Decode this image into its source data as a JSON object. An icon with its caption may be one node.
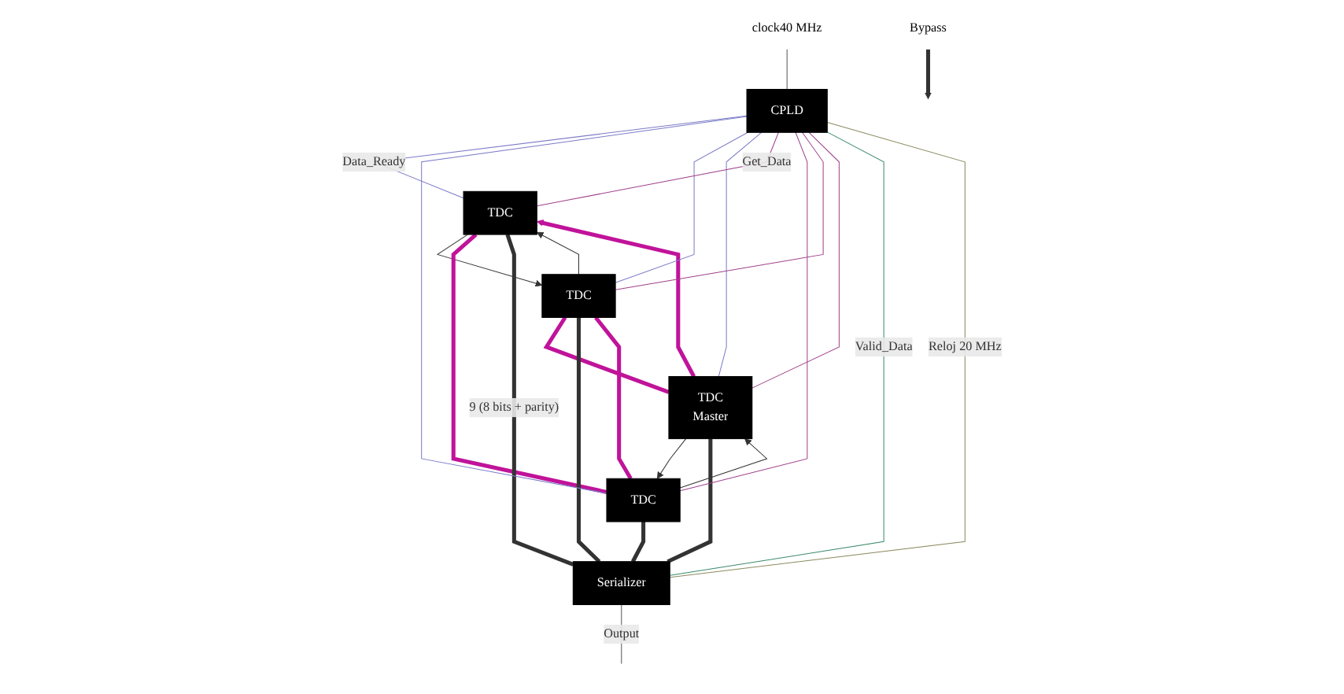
{
  "diagram": {
    "nodes": [
      {
        "text": [
          "TDC"
        ]
      },
      {
        "text": [
          "TDC"
        ]
      },
      {
        "text": [
          "TDC"
        ]
      },
      {
        "text": [
          "TDC",
          "Master"
        ]
      },
      {
        "text": [
          "CPLD"
        ]
      },
      {
        "text": [
          "Serializer"
        ]
      },
      {
        "text": [
          "Bypass"
        ]
      },
      {
        "text": [
          "clock40 MHz"
        ]
      }
    ],
    "edges": [
      {
        "from": 0,
        "to": 2,
        "arrow": "to"
      },
      {
        "from": 1,
        "to": 3,
        "arrow": "to"
      },
      {
        "from": 3,
        "to": 1,
        "arrow": "to"
      },
      {
        "from": 2,
        "to": 0,
        "arrow": "to"
      },
      {
        "from": 0,
        "to": 1,
        "arrow": "none",
        "style": "thick",
        "color": "#c0139a"
      },
      {
        "from": 1,
        "to": 2,
        "arrow": "none",
        "style": "thick",
        "color": "#c0139a"
      },
      {
        "from": 2,
        "to": 3,
        "arrow": "none",
        "style": "thick",
        "color": "#c0139a"
      },
      {
        "from": 3,
        "to": 0,
        "arrow": "to",
        "style": "thick",
        "color": "#c0139a"
      },
      {
        "from": 6,
        "to": null,
        "arrow": "to",
        "style": "thick"
      },
      {
        "from": 0,
        "to": 5,
        "arrow": "none",
        "style": "thick",
        "label": "9 (8 bits + parity)"
      },
      {
        "from": 1,
        "to": 5,
        "arrow": "none",
        "style": "thick"
      },
      {
        "from": 2,
        "to": 5,
        "arrow": "none",
        "style": "thick"
      },
      {
        "from": 3,
        "to": 5,
        "arrow": "none",
        "style": "thick"
      },
      {
        "from": 4,
        "to": 0,
        "arrow": "none",
        "color": "#7b7bc8",
        "label": "Data_Ready"
      },
      {
        "from": 4,
        "to": 1,
        "arrow": "none",
        "color": "#7b7bc8"
      },
      {
        "from": 4,
        "to": 2,
        "arrow": "none",
        "color": "#7b7bc8"
      },
      {
        "from": 4,
        "to": 3,
        "arrow": "none",
        "color": "#7b7bc8"
      },
      {
        "from": 4,
        "to": 0,
        "arrow": "none",
        "color": "#a0408a",
        "label": "Get_Data"
      },
      {
        "from": 4,
        "to": 1,
        "arrow": "none",
        "color": "#a0408a"
      },
      {
        "from": 4,
        "to": 2,
        "arrow": "none",
        "color": "#a0408a"
      },
      {
        "from": 4,
        "to": 3,
        "arrow": "none",
        "color": "#a0408a"
      },
      {
        "from": 4,
        "to": 5,
        "arrow": "none",
        "color": "#3a8a6a",
        "label": "Valid_Data"
      },
      {
        "from": 4,
        "to": 5,
        "arrow": "none",
        "color": "#8a8a60",
        "label": "Reloj 20 MHz"
      },
      {
        "from": 7,
        "to": 4,
        "arrow": "none",
        "color": "#555555"
      },
      {
        "from": 5,
        "to": null,
        "arrow": "none",
        "color": "#555555",
        "label": "Output"
      }
    ]
  }
}
